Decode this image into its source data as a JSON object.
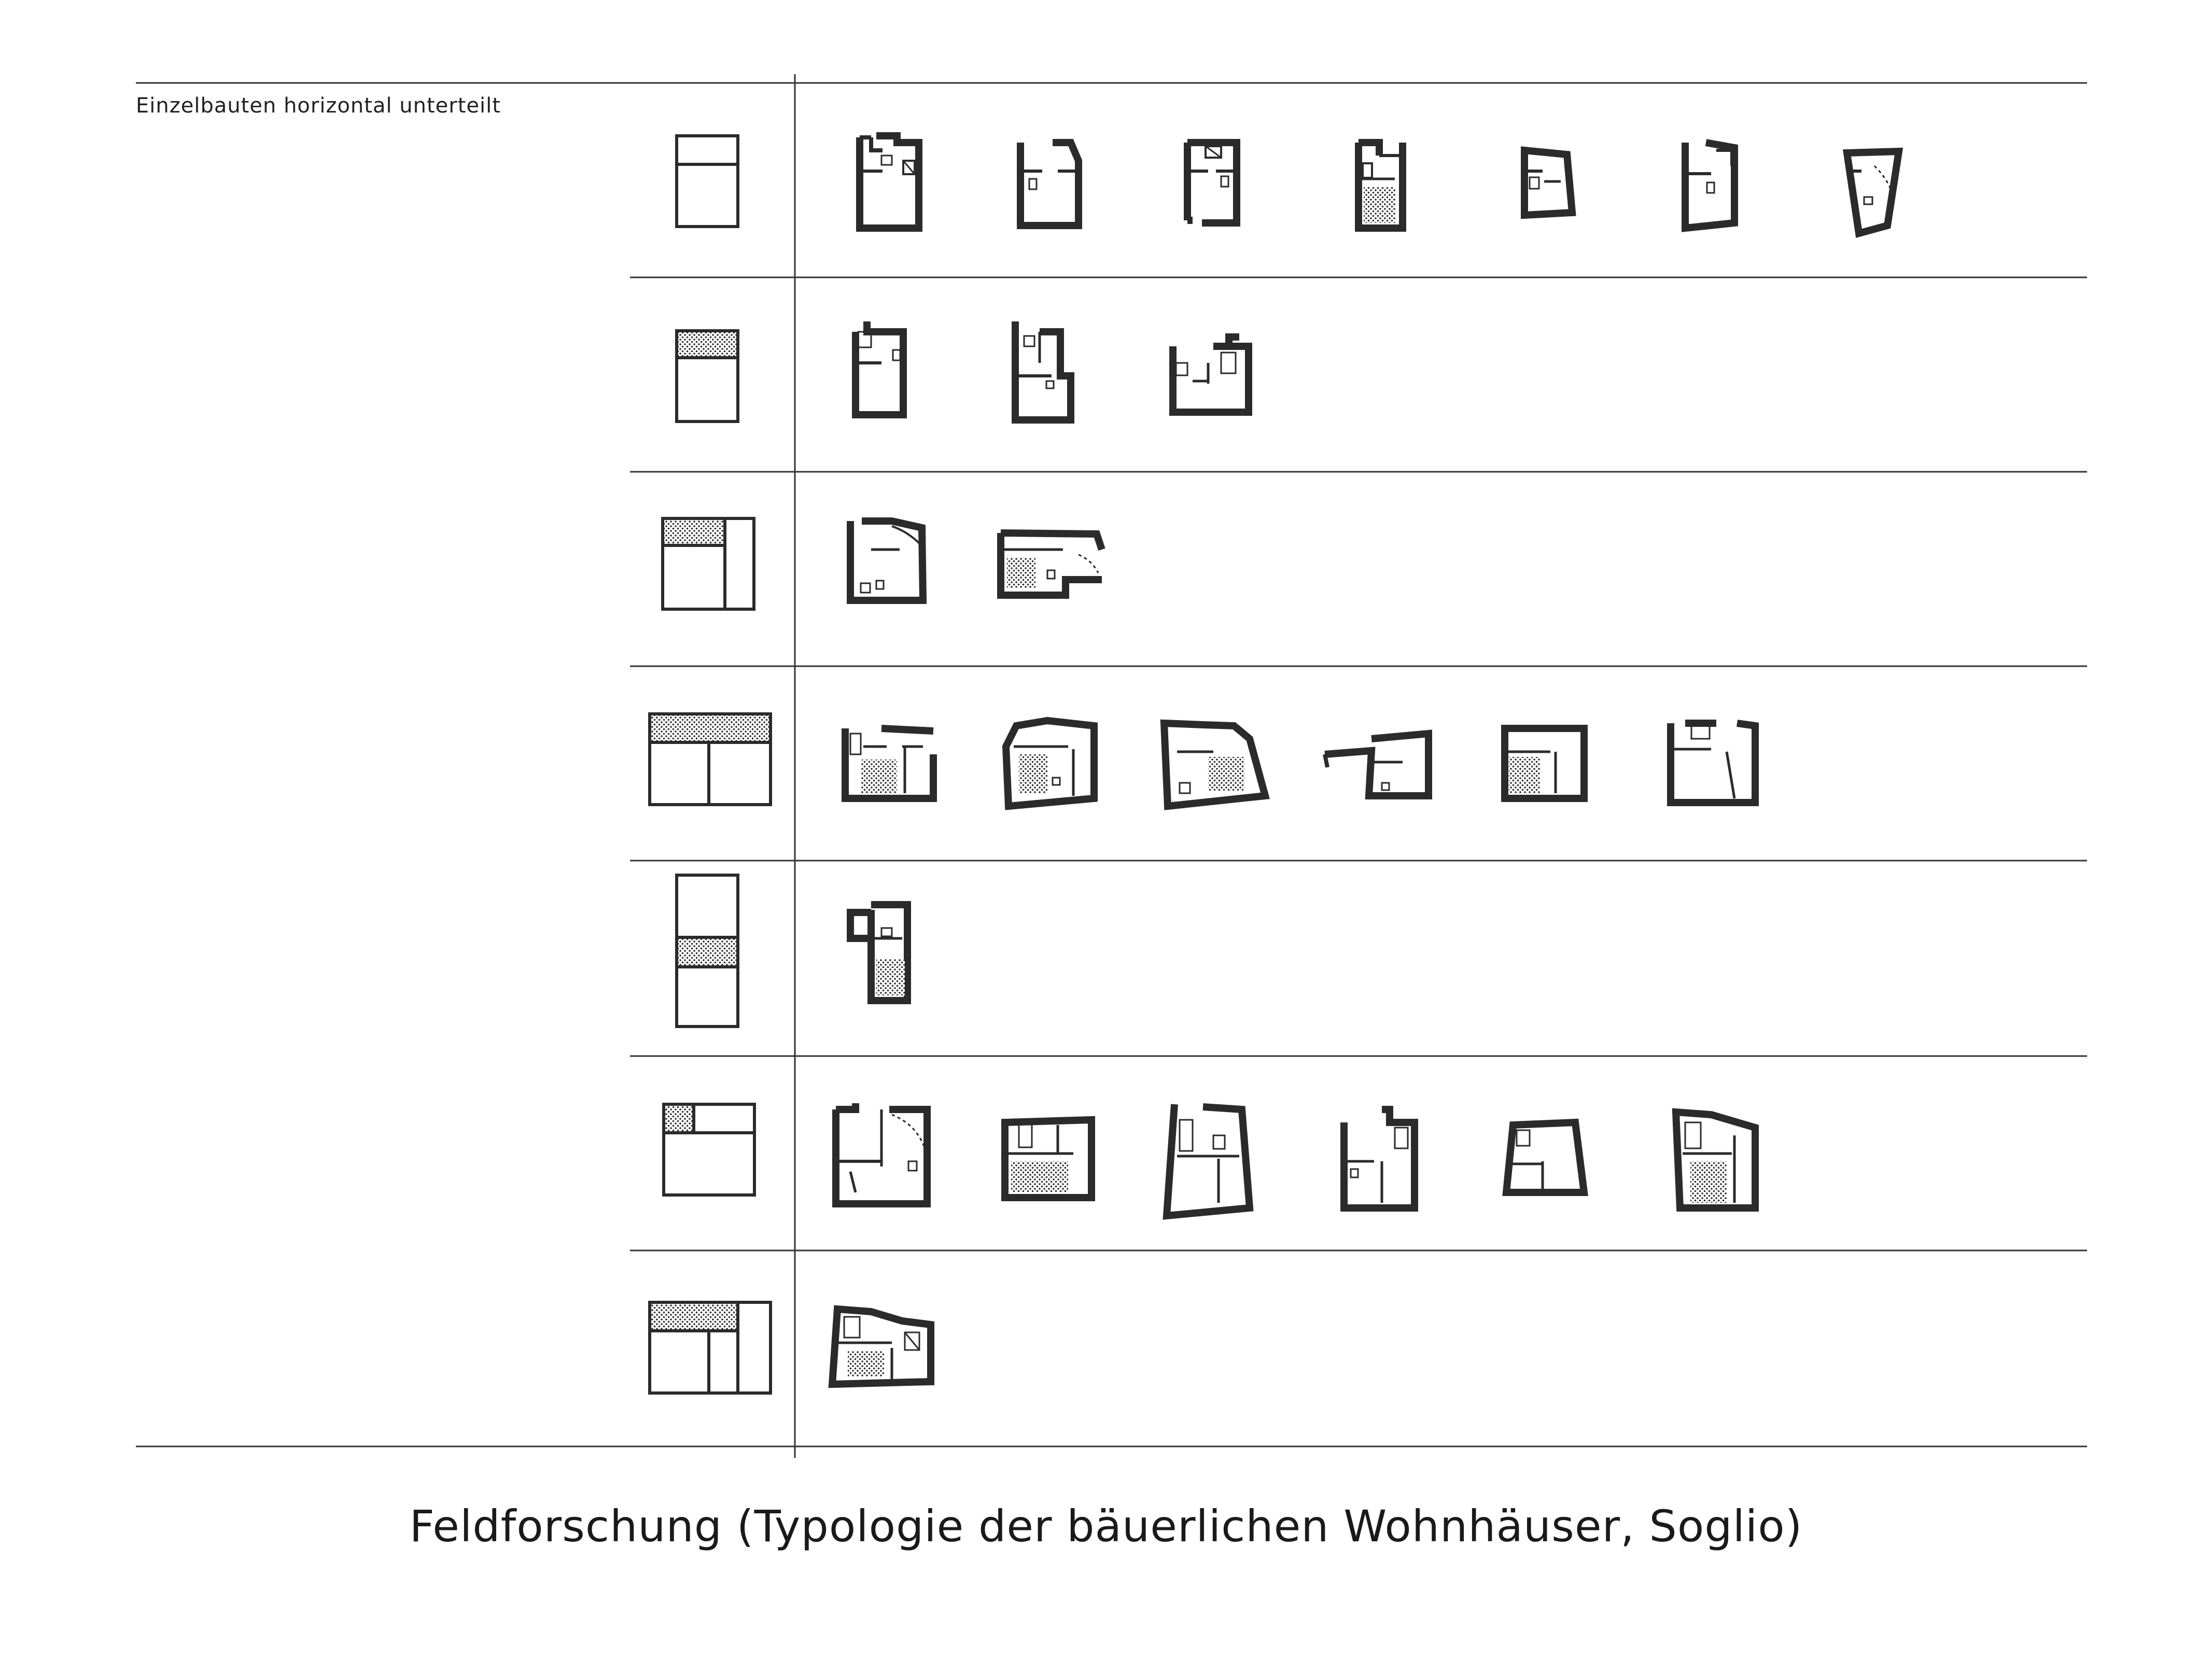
{
  "section_label": "Einzelbauten horizontal unterteilt",
  "caption": "Feldforschung (Typologie der bäuerlichen Wohnhäuser, Soglio)",
  "colors": {
    "ink": "#2b2b2b",
    "line": "#333333",
    "hatch": "#9a9a9a"
  },
  "rows": [
    {
      "type": "two-stacked",
      "plans": 7
    },
    {
      "type": "two-stacked-top-hatched",
      "plans": 3
    },
    {
      "type": "hatched-cell-with-side-strip",
      "plans": 2
    },
    {
      "type": "hatched-top-band-two-lower",
      "plans": 6
    },
    {
      "type": "three-stacked-middle-hatched",
      "plans": 1
    },
    {
      "type": "hatched-corner-cell",
      "plans": 6
    },
    {
      "type": "hatched-top-band-three-lower",
      "plans": 1
    }
  ]
}
